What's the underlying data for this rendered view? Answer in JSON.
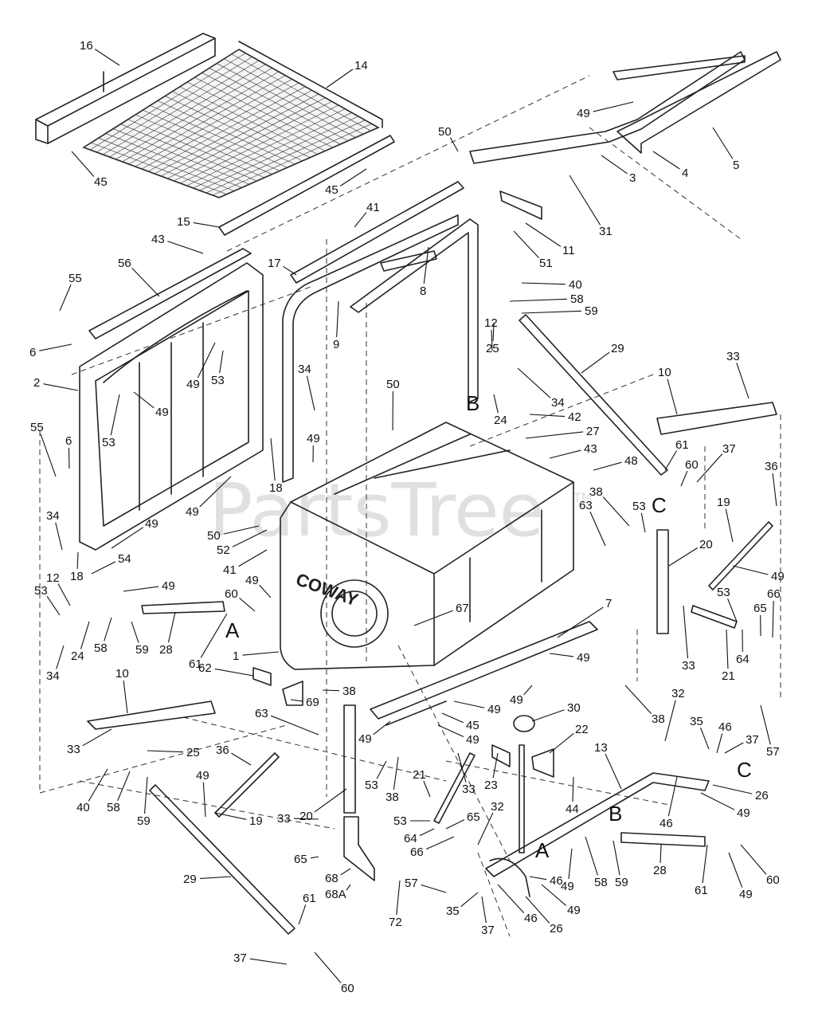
{
  "watermark": {
    "text": "PartsTree",
    "tm": "TM"
  },
  "tank_brand": "COWAY",
  "callouts": [
    {
      "id": "c16",
      "label": "16"
    },
    {
      "id": "c14",
      "label": "14"
    },
    {
      "id": "c45a",
      "label": "45"
    },
    {
      "id": "c15",
      "label": "15"
    },
    {
      "id": "c45b",
      "label": "45"
    },
    {
      "id": "c41a",
      "label": "41"
    },
    {
      "id": "c43a",
      "label": "43"
    },
    {
      "id": "c56",
      "label": "56"
    },
    {
      "id": "c17",
      "label": "17"
    },
    {
      "id": "c8",
      "label": "8"
    },
    {
      "id": "c55a",
      "label": "55"
    },
    {
      "id": "c6a",
      "label": "6"
    },
    {
      "id": "c9",
      "label": "9"
    },
    {
      "id": "c2",
      "label": "2"
    },
    {
      "id": "c49a",
      "label": "49"
    },
    {
      "id": "c53a",
      "label": "53"
    },
    {
      "id": "c53b",
      "label": "53"
    },
    {
      "id": "c49b",
      "label": "49"
    },
    {
      "id": "c50a",
      "label": "50"
    },
    {
      "id": "c49c",
      "label": "49"
    },
    {
      "id": "c3",
      "label": "3"
    },
    {
      "id": "c4",
      "label": "4"
    },
    {
      "id": "c5",
      "label": "5"
    },
    {
      "id": "c31",
      "label": "31"
    },
    {
      "id": "c11",
      "label": "11"
    },
    {
      "id": "c51",
      "label": "51"
    },
    {
      "id": "c40a",
      "label": "40"
    },
    {
      "id": "c58a",
      "label": "58"
    },
    {
      "id": "c59a",
      "label": "59"
    },
    {
      "id": "c12a",
      "label": "12"
    },
    {
      "id": "c25a",
      "label": "25"
    },
    {
      "id": "c29a",
      "label": "29"
    },
    {
      "id": "c34a",
      "label": "34"
    },
    {
      "id": "c24a",
      "label": "24"
    },
    {
      "id": "c42",
      "label": "42"
    },
    {
      "id": "c27",
      "label": "27"
    },
    {
      "id": "c43b",
      "label": "43"
    },
    {
      "id": "c48",
      "label": "48"
    },
    {
      "id": "c10a",
      "label": "10"
    },
    {
      "id": "c33a",
      "label": "33"
    },
    {
      "id": "c61a",
      "label": "61"
    },
    {
      "id": "c60a",
      "label": "60"
    },
    {
      "id": "c37a",
      "label": "37"
    },
    {
      "id": "c36a",
      "label": "36"
    },
    {
      "id": "c38a",
      "label": "38"
    },
    {
      "id": "c53c",
      "label": "53"
    },
    {
      "id": "c63a",
      "label": "63"
    },
    {
      "id": "c19a",
      "label": "19"
    },
    {
      "id": "c20a",
      "label": "20"
    },
    {
      "id": "c49d",
      "label": "49"
    },
    {
      "id": "c53d",
      "label": "53"
    },
    {
      "id": "c66a",
      "label": "66"
    },
    {
      "id": "c65a",
      "label": "65"
    },
    {
      "id": "c33b",
      "label": "33"
    },
    {
      "id": "c21a",
      "label": "21"
    },
    {
      "id": "c64a",
      "label": "64"
    },
    {
      "id": "c34b",
      "label": "34"
    },
    {
      "id": "c50b",
      "label": "50"
    },
    {
      "id": "c49e",
      "label": "49"
    },
    {
      "id": "c18a",
      "label": "18"
    },
    {
      "id": "c49f",
      "label": "49"
    },
    {
      "id": "c55b",
      "label": "55"
    },
    {
      "id": "c6b",
      "label": "6"
    },
    {
      "id": "c50c",
      "label": "50"
    },
    {
      "id": "c52",
      "label": "52"
    },
    {
      "id": "c41b",
      "label": "41"
    },
    {
      "id": "c49g",
      "label": "49"
    },
    {
      "id": "c34c",
      "label": "34"
    },
    {
      "id": "c18b",
      "label": "18"
    },
    {
      "id": "c54",
      "label": "54"
    },
    {
      "id": "c12b",
      "label": "12"
    },
    {
      "id": "c53e",
      "label": "53"
    },
    {
      "id": "c49h",
      "label": "49"
    },
    {
      "id": "c60b",
      "label": "60"
    },
    {
      "id": "c49i",
      "label": "49"
    },
    {
      "id": "c24b",
      "label": "24"
    },
    {
      "id": "c58b",
      "label": "58"
    },
    {
      "id": "c59b",
      "label": "59"
    },
    {
      "id": "c28a",
      "label": "28"
    },
    {
      "id": "c61b",
      "label": "61"
    },
    {
      "id": "c34d",
      "label": "34"
    },
    {
      "id": "c1",
      "label": "1"
    },
    {
      "id": "c67",
      "label": "67"
    },
    {
      "id": "c7",
      "label": "7"
    },
    {
      "id": "c49j",
      "label": "49"
    },
    {
      "id": "c62",
      "label": "62"
    },
    {
      "id": "c38b",
      "label": "38"
    },
    {
      "id": "c69",
      "label": "69"
    },
    {
      "id": "c49k",
      "label": "49"
    },
    {
      "id": "c49l",
      "label": "49"
    },
    {
      "id": "c10b",
      "label": "10"
    },
    {
      "id": "c33c",
      "label": "33"
    },
    {
      "id": "c63b",
      "label": "63"
    },
    {
      "id": "c45c",
      "label": "45"
    },
    {
      "id": "c49m",
      "label": "49"
    },
    {
      "id": "c49n",
      "label": "49"
    },
    {
      "id": "c30",
      "label": "30"
    },
    {
      "id": "c38c",
      "label": "38"
    },
    {
      "id": "c32a",
      "label": "32"
    },
    {
      "id": "c25b",
      "label": "25"
    },
    {
      "id": "c36b",
      "label": "36"
    },
    {
      "id": "c40b",
      "label": "40"
    },
    {
      "id": "c58c",
      "label": "58"
    },
    {
      "id": "c59c",
      "label": "59"
    },
    {
      "id": "c49o",
      "label": "49"
    },
    {
      "id": "c19b",
      "label": "19"
    },
    {
      "id": "c20b",
      "label": "20"
    },
    {
      "id": "c53f",
      "label": "53"
    },
    {
      "id": "c38d",
      "label": "38"
    },
    {
      "id": "c21b",
      "label": "21"
    },
    {
      "id": "c33d",
      "label": "33"
    },
    {
      "id": "c23",
      "label": "23"
    },
    {
      "id": "c22",
      "label": "22"
    },
    {
      "id": "c44",
      "label": "44"
    },
    {
      "id": "c13",
      "label": "13"
    },
    {
      "id": "c35a",
      "label": "35"
    },
    {
      "id": "c46a",
      "label": "46"
    },
    {
      "id": "c37b",
      "label": "37"
    },
    {
      "id": "c26a",
      "label": "26"
    },
    {
      "id": "c46b",
      "label": "46"
    },
    {
      "id": "c49p",
      "label": "49"
    },
    {
      "id": "c33e",
      "label": "33"
    },
    {
      "id": "c65b",
      "label": "65"
    },
    {
      "id": "c53g",
      "label": "53"
    },
    {
      "id": "c65c",
      "label": "65"
    },
    {
      "id": "c64b",
      "label": "64"
    },
    {
      "id": "c66b",
      "label": "66"
    },
    {
      "id": "c32b",
      "label": "32"
    },
    {
      "id": "c68",
      "label": "68"
    },
    {
      "id": "c68a",
      "label": "68A"
    },
    {
      "id": "c72",
      "label": "72"
    },
    {
      "id": "c57a",
      "label": "57"
    },
    {
      "id": "c35b",
      "label": "35"
    },
    {
      "id": "c37c",
      "label": "37"
    },
    {
      "id": "c46c",
      "label": "46"
    },
    {
      "id": "c26b",
      "label": "26"
    },
    {
      "id": "c46d",
      "label": "46"
    },
    {
      "id": "c49q",
      "label": "49"
    },
    {
      "id": "c49r",
      "label": "49"
    },
    {
      "id": "c58d",
      "label": "58"
    },
    {
      "id": "c59d",
      "label": "59"
    },
    {
      "id": "c28b",
      "label": "28"
    },
    {
      "id": "c61c",
      "label": "61"
    },
    {
      "id": "c49s",
      "label": "49"
    },
    {
      "id": "c60c",
      "label": "60"
    },
    {
      "id": "c29b",
      "label": "29"
    },
    {
      "id": "c61d",
      "label": "61"
    },
    {
      "id": "c37d",
      "label": "37"
    },
    {
      "id": "c60d",
      "label": "60"
    },
    {
      "id": "c57b",
      "label": "57"
    }
  ],
  "letters": [
    {
      "id": "lB1",
      "label": "B"
    },
    {
      "id": "lC1",
      "label": "C"
    },
    {
      "id": "lA1",
      "label": "A"
    },
    {
      "id": "lA2",
      "label": "A"
    },
    {
      "id": "lB2",
      "label": "B"
    },
    {
      "id": "lC2",
      "label": "C"
    }
  ]
}
